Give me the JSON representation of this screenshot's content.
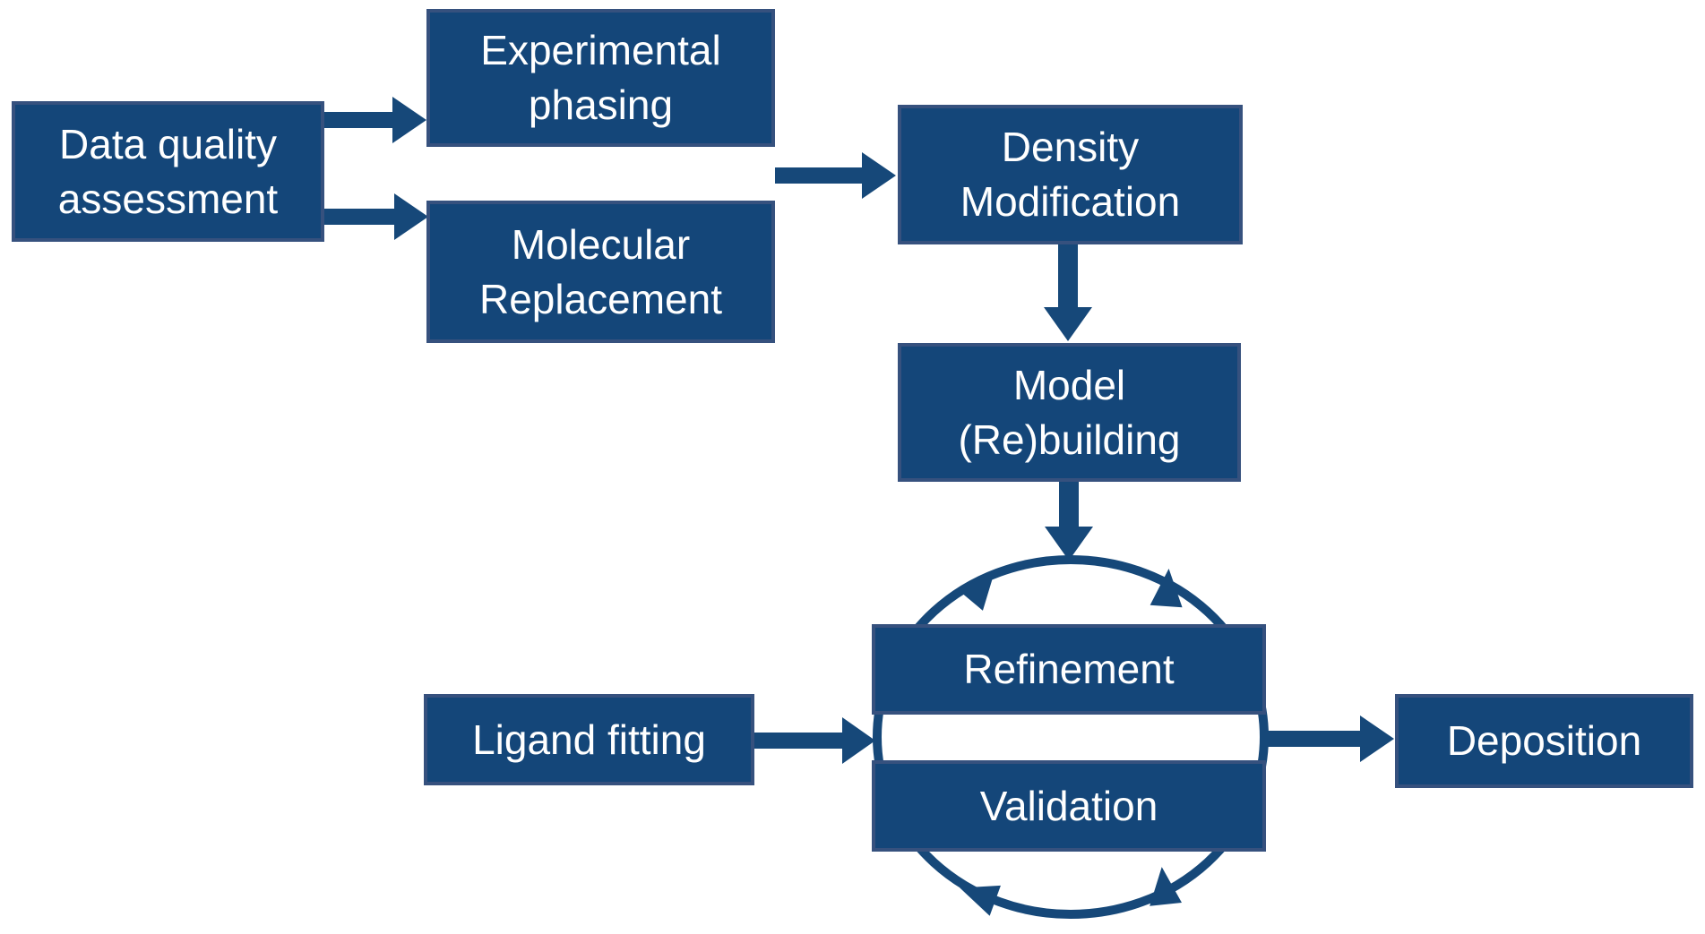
{
  "diagram": {
    "type": "flowchart",
    "description": "Crystallographic structure solution workflow",
    "colors": {
      "box_fill": "#144679",
      "box_border": "#36517E",
      "arrow": "#164879",
      "text": "#FFFFFF",
      "background": "#FFFFFF"
    },
    "nodes": {
      "data_quality": {
        "label": "Data quality\nassessment"
      },
      "experimental_phasing": {
        "label": "Experimental\nphasing"
      },
      "molecular_replacement": {
        "label": "Molecular\nReplacement"
      },
      "density_modification": {
        "label": "Density\nModification"
      },
      "model_rebuilding": {
        "label": "Model\n(Re)building"
      },
      "refinement": {
        "label": "Refinement"
      },
      "validation": {
        "label": "Validation"
      },
      "ligand_fitting": {
        "label": "Ligand fitting"
      },
      "deposition": {
        "label": "Deposition"
      }
    },
    "edges": [
      {
        "from": "Data quality assessment",
        "to": "Experimental phasing"
      },
      {
        "from": "Data quality assessment",
        "to": "Molecular Replacement"
      },
      {
        "from": "Experimental phasing / Molecular Replacement",
        "to": "Density Modification"
      },
      {
        "from": "Density Modification",
        "to": "Model (Re)building"
      },
      {
        "from": "Model (Re)building",
        "to": "Refinement-Validation cycle"
      },
      {
        "from": "Ligand fitting",
        "to": "Refinement-Validation cycle"
      },
      {
        "from": "Refinement-Validation cycle",
        "to": "Deposition"
      }
    ],
    "cycle": {
      "members": [
        "Refinement",
        "Validation"
      ],
      "style": "circular ring with four arrowheads"
    }
  }
}
